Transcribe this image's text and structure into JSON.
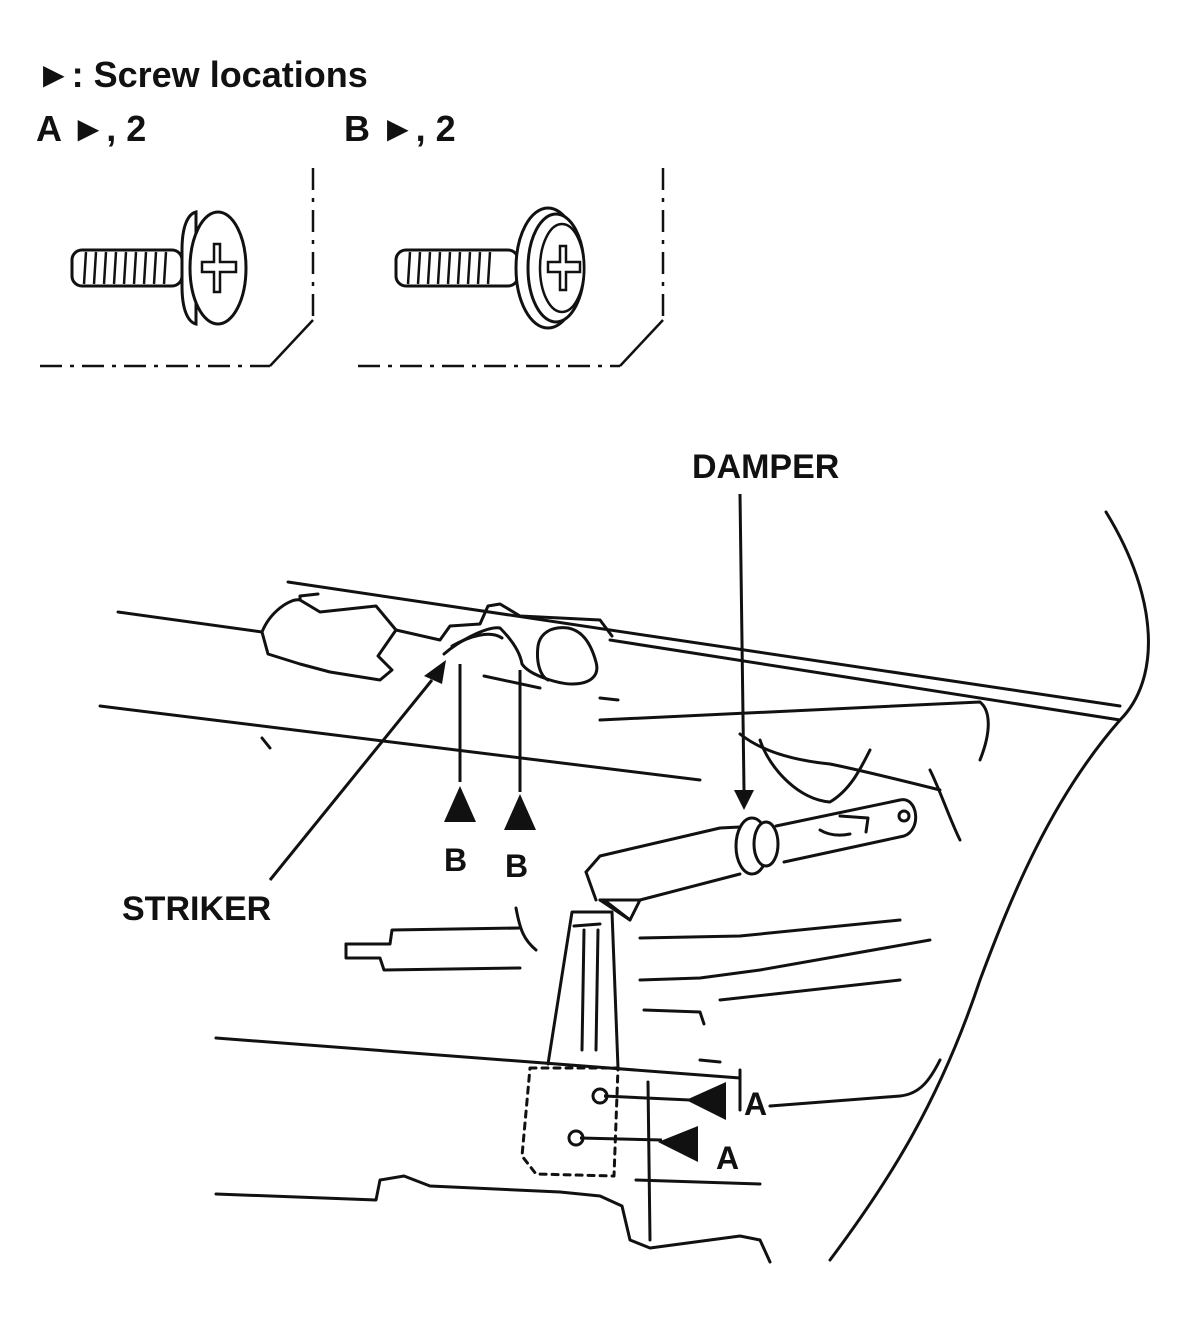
{
  "legend": {
    "title": "►: Screw locations",
    "screw_a": "A ►, 2",
    "screw_b": "B ►, 2"
  },
  "callouts": {
    "damper": "DAMPER",
    "striker": "STRIKER",
    "b_left": "B",
    "b_right": "B",
    "a_upper": "A",
    "a_lower": "A"
  },
  "colors": {
    "ink": "#111111",
    "background": "#ffffff"
  }
}
